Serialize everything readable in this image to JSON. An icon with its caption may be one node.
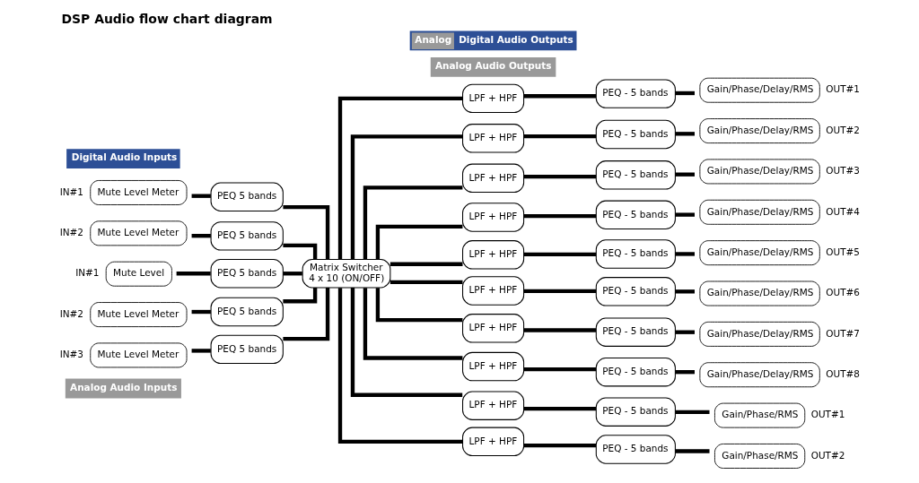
{
  "diagram": {
    "title": "DSP Audio flow chart diagram",
    "nodes": [
      {
        "text": [
          "Analog Audio Inputs"
        ]
      },
      {
        "text": [
          "Mute Level Meter"
        ],
        "beside": [
          "IN#1"
        ]
      },
      {
        "text": [
          "PEQ 5 bands"
        ]
      },
      {
        "text": [
          "Mute Level Meter"
        ],
        "beside": [
          "IN#2"
        ]
      },
      {
        "text": [
          "PEQ 5 bands"
        ]
      },
      {
        "text": [
          "Digital Audio Inputs"
        ]
      },
      {
        "text": [
          "Mute Level"
        ],
        "beside": [
          "IN#1"
        ]
      },
      {
        "text": [
          "PEQ 5 bands"
        ]
      },
      {
        "text": [
          "Mute Level Meter"
        ],
        "beside": [
          "IN#2"
        ]
      },
      {
        "text": [
          "PEQ 5 bands"
        ]
      },
      {
        "text": [
          "Mute Level Meter"
        ],
        "beside": [
          "IN#3"
        ]
      },
      {
        "text": [
          "PEQ 5 bands"
        ]
      },
      {
        "text": [
          "Matrix Switcher",
          "4 x 10 (ON/OFF)"
        ]
      },
      {
        "text": [
          "Analog Audio Outputs"
        ]
      },
      {
        "text": [
          "LPF + HPF"
        ]
      },
      {
        "text": [
          "PEQ - 5 bands"
        ]
      },
      {
        "text": [
          "Gain/Phase/Delay/RMS"
        ],
        "beside": [
          "OUT#1"
        ]
      },
      {
        "text": [
          "LPF + HPF"
        ]
      },
      {
        "text": [
          "PEQ - 5 bands"
        ]
      },
      {
        "text": [
          "Gain/Phase/Delay/RMS"
        ],
        "beside": [
          "OUT#2"
        ]
      },
      {
        "text": [
          "LPF + HPF"
        ]
      },
      {
        "text": [
          "PEQ - 5 bands"
        ]
      },
      {
        "text": [
          "Gain/Phase/Delay/RMS"
        ],
        "beside": [
          "OUT#3"
        ]
      },
      {
        "text": [
          "LPF + HPF"
        ]
      },
      {
        "text": [
          "PEQ - 5 bands"
        ]
      },
      {
        "text": [
          "Gain/Phase/Delay/RMS"
        ],
        "beside": [
          "OUT#4"
        ]
      },
      {
        "text": [
          "LPF + HPF"
        ]
      },
      {
        "text": [
          "PEQ - 5 bands"
        ]
      },
      {
        "text": [
          "Gain/Phase/Delay/RMS"
        ],
        "beside": [
          "OUT#5"
        ]
      },
      {
        "text": [
          "LPF + HPF"
        ]
      },
      {
        "text": [
          "PEQ - 5 bands"
        ]
      },
      {
        "text": [
          "Gain/Phase/Delay/RMS"
        ],
        "beside": [
          "OUT#6"
        ]
      },
      {
        "text": [
          "LPF + HPF"
        ]
      },
      {
        "text": [
          "PEQ - 5 bands"
        ]
      },
      {
        "text": [
          "Gain/Phase/Delay/RMS"
        ],
        "beside": [
          "OUT#7"
        ]
      },
      {
        "text": [
          "LPF + HPF"
        ]
      },
      {
        "text": [
          "PEQ - 5 bands"
        ]
      },
      {
        "text": [
          "Gain/Phase/Delay/RMS"
        ],
        "beside": [
          "OUT#8"
        ]
      },
      {
        "text": [
          "Analog",
          "Digital Audio Outputs"
        ]
      },
      {
        "text": [
          "LPF + HPF"
        ]
      },
      {
        "text": [
          "PEQ - 5 bands"
        ]
      },
      {
        "text": [
          "Gain/Phase/RMS"
        ],
        "beside": [
          "OUT#1"
        ]
      },
      {
        "text": [
          "LPF + HPF"
        ]
      },
      {
        "text": [
          "PEQ - 5 bands"
        ]
      },
      {
        "text": [
          "Gain/Phase/RMS"
        ],
        "beside": [
          "OUT#2"
        ]
      }
    ],
    "edges": [
      {
        "from": 1,
        "to": 2,
        "arrow": "none"
      },
      {
        "from": 2,
        "to": 12,
        "arrow": "none"
      },
      {
        "from": 3,
        "to": 4,
        "arrow": "none"
      },
      {
        "from": 4,
        "to": 12,
        "arrow": "none"
      },
      {
        "from": 6,
        "to": 7,
        "arrow": "none"
      },
      {
        "from": 7,
        "to": 12,
        "arrow": "none"
      },
      {
        "from": 8,
        "to": 9,
        "arrow": "none"
      },
      {
        "from": 9,
        "to": 12,
        "arrow": "none"
      },
      {
        "from": 10,
        "to": 11,
        "arrow": "none"
      },
      {
        "from": 11,
        "to": 12,
        "arrow": "none"
      },
      {
        "from": 12,
        "to": 14,
        "arrow": "none"
      },
      {
        "from": 14,
        "to": 15,
        "arrow": "none"
      },
      {
        "from": 15,
        "to": 16,
        "arrow": "none"
      },
      {
        "from": 12,
        "to": 17,
        "arrow": "none"
      },
      {
        "from": 17,
        "to": 18,
        "arrow": "none"
      },
      {
        "from": 18,
        "to": 19,
        "arrow": "none"
      },
      {
        "from": 12,
        "to": 20,
        "arrow": "none"
      },
      {
        "from": 20,
        "to": 21,
        "arrow": "none"
      },
      {
        "from": 21,
        "to": 22,
        "arrow": "none"
      },
      {
        "from": 12,
        "to": 23,
        "arrow": "none"
      },
      {
        "from": 23,
        "to": 24,
        "arrow": "none"
      },
      {
        "from": 24,
        "to": 25,
        "arrow": "none"
      },
      {
        "from": 12,
        "to": 26,
        "arrow": "none"
      },
      {
        "from": 26,
        "to": 27,
        "arrow": "none"
      },
      {
        "from": 27,
        "to": 28,
        "arrow": "none"
      },
      {
        "from": 12,
        "to": 29,
        "arrow": "none"
      },
      {
        "from": 29,
        "to": 30,
        "arrow": "none"
      },
      {
        "from": 30,
        "to": 31,
        "arrow": "none"
      },
      {
        "from": 12,
        "to": 32,
        "arrow": "none"
      },
      {
        "from": 32,
        "to": 33,
        "arrow": "none"
      },
      {
        "from": 33,
        "to": 34,
        "arrow": "none"
      },
      {
        "from": 12,
        "to": 35,
        "arrow": "none"
      },
      {
        "from": 35,
        "to": 36,
        "arrow": "none"
      },
      {
        "from": 36,
        "to": 37,
        "arrow": "none"
      },
      {
        "from": 12,
        "to": 39,
        "arrow": "none"
      },
      {
        "from": 39,
        "to": 40,
        "arrow": "none"
      },
      {
        "from": 40,
        "to": 41,
        "arrow": "none"
      },
      {
        "from": 12,
        "to": 42,
        "arrow": "none"
      },
      {
        "from": 42,
        "to": 43,
        "arrow": "none"
      },
      {
        "from": 43,
        "to": 44,
        "arrow": "none"
      }
    ]
  }
}
